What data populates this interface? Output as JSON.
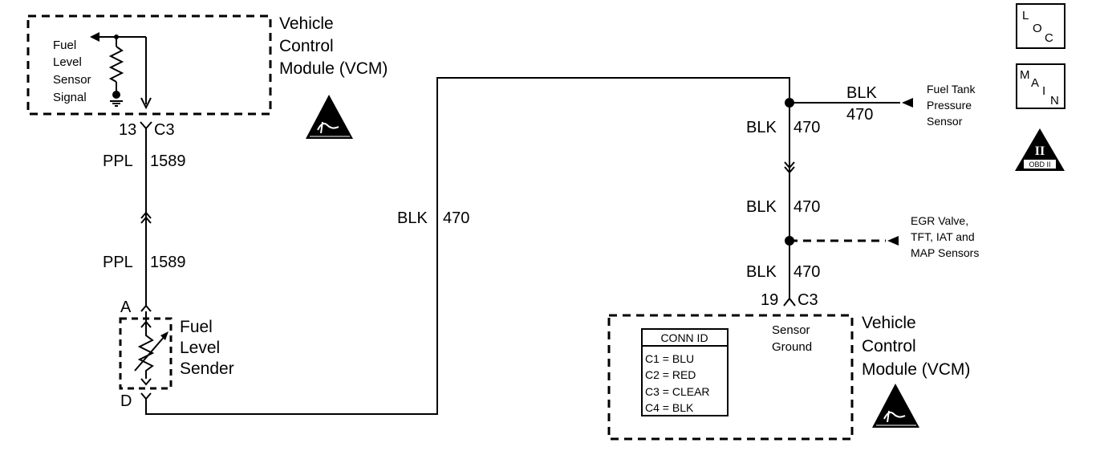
{
  "vcm_top": {
    "line1": "Vehicle",
    "line2": "Control",
    "line3": "Module (VCM)"
  },
  "vcm_bottom": {
    "line1": "Vehicle",
    "line2": "Control",
    "line3": "Module (VCM)"
  },
  "fuel_signal": {
    "line1": "Fuel",
    "line2": "Level",
    "line3": "Sensor",
    "line4": "Signal"
  },
  "pin_c3_top": {
    "pin": "13",
    "conn": "C3"
  },
  "pin_c3_bottom": {
    "pin": "19",
    "conn": "C3"
  },
  "wires": {
    "ppl_color": "PPL",
    "ppl_circuit": "1589",
    "blk_color": "BLK",
    "blk_circuit": "470"
  },
  "sender": {
    "pin_a": "A",
    "pin_d": "D",
    "line1": "Fuel",
    "line2": "Level",
    "line3": "Sender"
  },
  "fuel_tank": {
    "line1": "Fuel Tank",
    "line2": "Pressure",
    "line3": "Sensor"
  },
  "egr": {
    "line1": "EGR Valve,",
    "line2": "TFT, IAT and",
    "line3": "MAP Sensors"
  },
  "sensor_ground": {
    "line1": "Sensor",
    "line2": "Ground"
  },
  "conn_id": {
    "title": "CONN ID",
    "rows": [
      "C1 = BLU",
      "C2 = RED",
      "C3 = CLEAR",
      "C4 = BLK"
    ]
  },
  "loc_icon": {
    "l": "L",
    "o": "O",
    "c": "C"
  },
  "main_icon": {
    "m": "M",
    "a": "A",
    "i": "I",
    "n": "N"
  },
  "obd_icon": {
    "top": "II",
    "bottom": "OBD II"
  }
}
